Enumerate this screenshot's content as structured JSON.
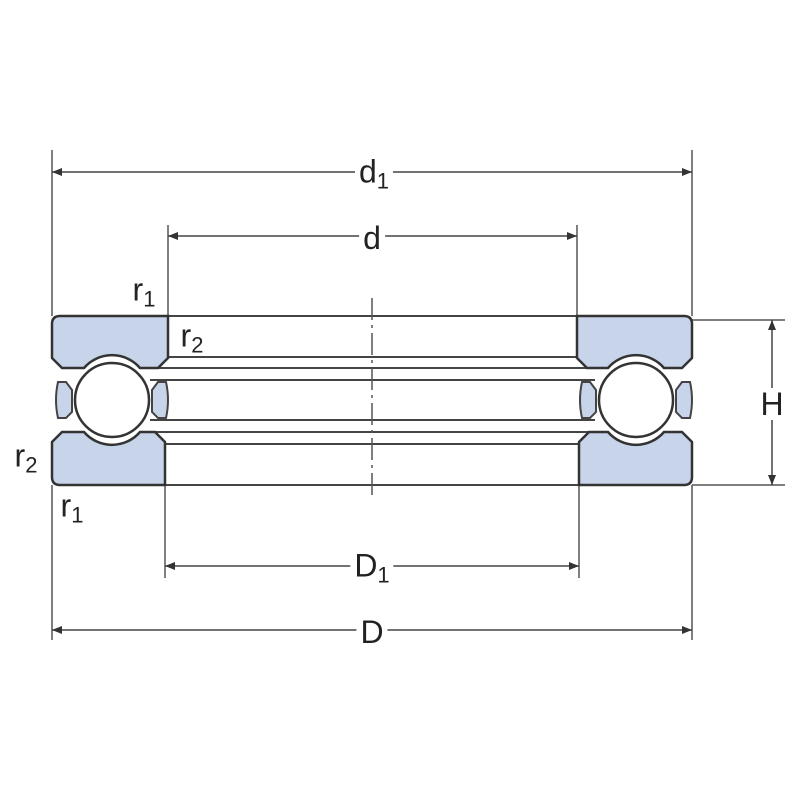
{
  "title": "Thrust ball bearing dimension drawing",
  "labels": {
    "d1": {
      "main": "d",
      "sub": "1"
    },
    "d": {
      "main": "d"
    },
    "D1": {
      "main": "D",
      "sub": "1"
    },
    "D": {
      "main": "D"
    },
    "H": {
      "main": "H"
    },
    "r1_top": {
      "main": "r",
      "sub": "1"
    },
    "r2_top": {
      "main": "r",
      "sub": "2"
    },
    "r2_bottom": {
      "main": "r",
      "sub": "2"
    },
    "r1_bottom": {
      "main": "r",
      "sub": "1"
    }
  },
  "colors": {
    "washer_fill": "#c8d4ea",
    "line": "#333333",
    "dim_line": "#444444"
  }
}
